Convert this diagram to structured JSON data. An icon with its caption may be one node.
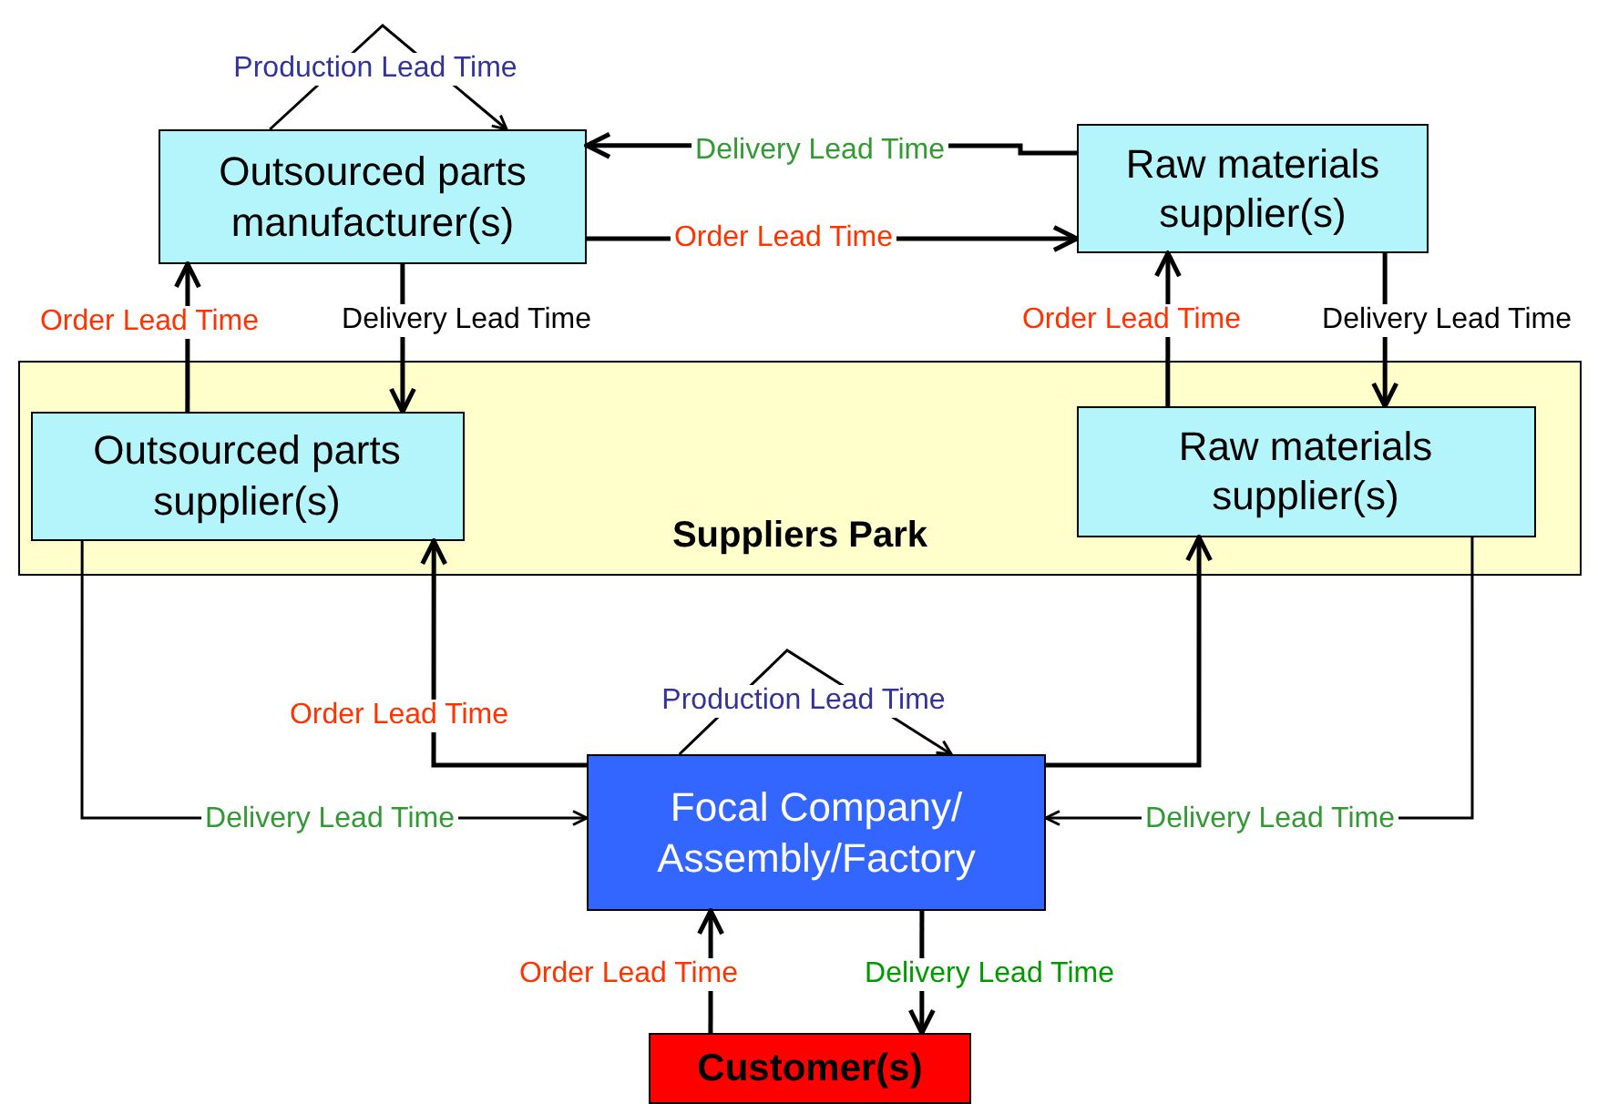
{
  "diagram": {
    "nodes": [
      {
        "text": [
          "Outsourced parts manufacturer(s)"
        ]
      },
      {
        "text": [
          "Raw materials supplier(s)"
        ]
      },
      {
        "text": [
          "Suppliers Park"
        ]
      },
      {
        "text": [
          "Outsourced parts supplier(s)"
        ],
        "in": 2
      },
      {
        "text": [
          "Raw materials supplier(s)"
        ],
        "in": 2
      },
      {
        "text": [
          "Focal Company/ Assembly/Factory"
        ]
      },
      {
        "text": [
          "Customer(s)"
        ]
      }
    ],
    "edges": [
      {
        "from": 0,
        "to": 0,
        "arrow": "to",
        "label": "Production Lead Time"
      },
      {
        "from": 1,
        "to": 0,
        "arrow": "to",
        "label": "Delivery Lead Time"
      },
      {
        "from": 0,
        "to": 1,
        "arrow": "to",
        "label": "Order Lead Time"
      },
      {
        "from": 3,
        "to": 0,
        "arrow": "to",
        "label": "Order Lead Time"
      },
      {
        "from": 0,
        "to": 3,
        "arrow": "to",
        "label": "Delivery Lead Time"
      },
      {
        "from": 4,
        "to": 1,
        "arrow": "to",
        "label": "Order Lead Time"
      },
      {
        "from": 1,
        "to": 4,
        "arrow": "to",
        "label": "Delivery Lead Time"
      },
      {
        "from": 5,
        "to": 3,
        "arrow": "to",
        "label": "Order Lead Time"
      },
      {
        "from": 3,
        "to": 5,
        "arrow": "to",
        "label": "Delivery Lead Time"
      },
      {
        "from": 5,
        "to": 4,
        "arrow": "to"
      },
      {
        "from": 4,
        "to": 5,
        "arrow": "to",
        "label": "Delivery Lead Time"
      },
      {
        "from": 5,
        "to": 5,
        "arrow": "to",
        "label": "Production Lead Time"
      },
      {
        "from": 6,
        "to": 5,
        "arrow": "to",
        "label": "Order Lead Time"
      },
      {
        "from": 5,
        "to": 6,
        "arrow": "to",
        "label": "Delivery Lead Time"
      }
    ]
  }
}
